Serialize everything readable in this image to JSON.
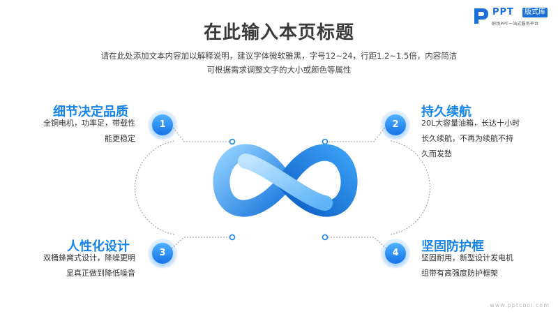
{
  "brand": {
    "name": "PPT",
    "badge": "版式库",
    "tagline": "职场PPT一站式服务平台"
  },
  "title": "在此输入本页标题",
  "subtitle_lines": [
    "请在此处添加文本内容加以解释说明，建议字体微软雅黑，字号12~24，行距1.2~1.5倍，内容简洁",
    "可根据需求调整文字的大小或颜色等属性"
  ],
  "items": [
    {
      "number": "1",
      "heading": "细节决定品质",
      "lines": [
        "全铜电机，功率足，带载性",
        "能更稳定"
      ]
    },
    {
      "number": "2",
      "heading": "持久续航",
      "lines": [
        "20L大容量油箱，长达十小时",
        "长久续航，不再为续航不持",
        "久而发愁"
      ]
    },
    {
      "number": "3",
      "heading": "人性化设计",
      "lines": [
        "双桶蜂窝式设计，降噪更明",
        "显真正做到降低噪音"
      ]
    },
    {
      "number": "4",
      "heading": "坚固防护框",
      "lines": [
        "坚固耐用，新型设计发电机",
        "组带有高强度防护框架"
      ]
    }
  ],
  "watermark": "www.pptcool.com",
  "colors": {
    "accent": "#1684e8",
    "title": "#3a3a3a",
    "body": "#333333"
  }
}
